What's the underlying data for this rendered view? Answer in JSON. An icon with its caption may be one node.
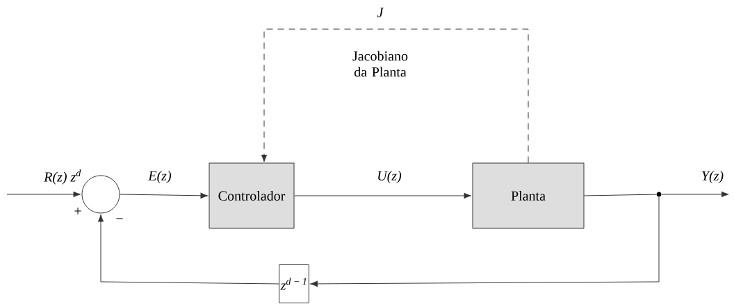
{
  "diagram": {
    "nodes": [
      {
        "text": [],
        "shape": "circle"
      },
      {
        "text": [
          "Controlador"
        ]
      },
      {
        "text": [
          "Planta"
        ]
      },
      {
        "text": [
          "z$^{d − 1}$"
        ]
      },
      {
        "text": [],
        "shape": "circle"
      }
    ],
    "edges": [
      {
        "from": null,
        "to": 0,
        "arrow": "to",
        "label": "R(z) z$^{d}$"
      },
      {
        "from": 0,
        "to": 1,
        "arrow": "to",
        "label": "E(z)"
      },
      {
        "from": 1,
        "to": 2,
        "arrow": "to",
        "label": "U(z)"
      },
      {
        "from": 2,
        "to": 4,
        "arrow": "none"
      },
      {
        "from": 4,
        "to": null,
        "arrow": "to",
        "label": "Y(z)"
      },
      {
        "from": 4,
        "to": 3,
        "arrow": "to"
      },
      {
        "from": 3,
        "to": 0,
        "arrow": "to"
      },
      {
        "from": 2,
        "to": 1,
        "arrow": "to",
        "style": "dashed",
        "label": "J"
      }
    ],
    "labels": [
      "Jacobiano da Planta",
      "+",
      "−"
    ]
  }
}
